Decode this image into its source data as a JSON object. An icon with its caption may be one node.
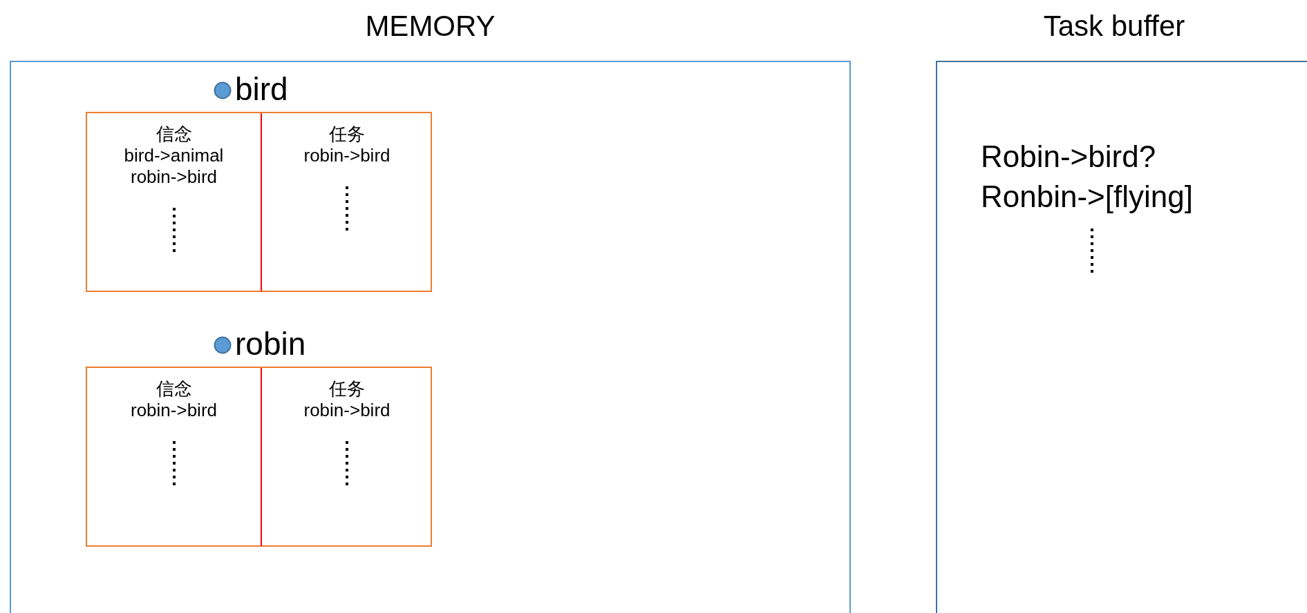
{
  "diagram": {
    "nodes": [
      {
        "text": [
          "MEMORY"
        ]
      },
      {
        "text": [
          "bird"
        ],
        "in": 0
      },
      {
        "text": [
          "信念",
          "bird->animal",
          "robin->bird"
        ],
        "in": 1
      },
      {
        "text": [
          "任务",
          "robin->bird"
        ],
        "in": 1
      },
      {
        "text": [
          "robin"
        ],
        "in": 0
      },
      {
        "text": [
          "信念",
          "robin->bird"
        ],
        "in": 4
      },
      {
        "text": [
          "任务",
          "robin->bird"
        ],
        "in": 4
      },
      {
        "text": [
          "Task buffer",
          "Robin->bird?",
          "Ronbin->[flying]"
        ]
      }
    ]
  }
}
